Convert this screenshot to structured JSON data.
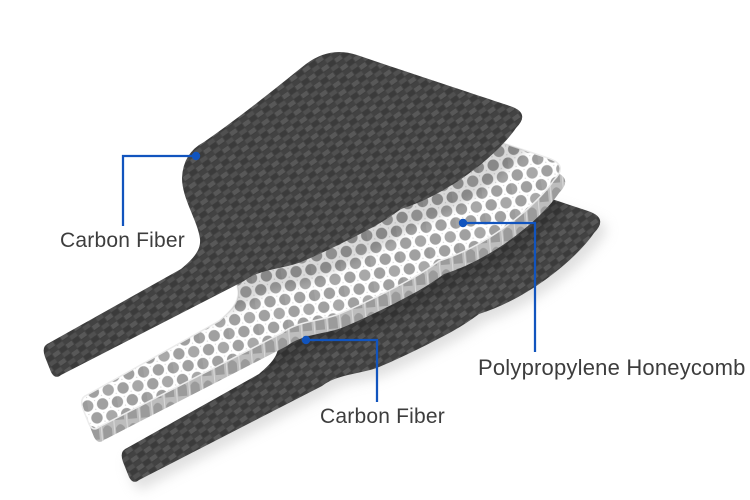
{
  "diagram": {
    "title_visible": "",
    "labels": {
      "top_layer": "Carbon Fiber",
      "middle_layer": "Polypropylene Honeycomb",
      "bottom_layer": "Carbon Fiber"
    },
    "layers": [
      {
        "position": "top",
        "material_label": "Carbon Fiber",
        "texture": "carbon-fiber-twill"
      },
      {
        "position": "middle",
        "material_label": "Polypropylene Honeycomb",
        "texture": "honeycomb-cells"
      },
      {
        "position": "bottom",
        "material_label": "Carbon Fiber",
        "texture": "carbon-fiber-twill"
      }
    ],
    "colors": {
      "leader_line": "#1154be",
      "label_text": "#3d3d3d",
      "carbon_dark": "#464646",
      "carbon_highlight": "#585858",
      "carbon_mid": "#505050",
      "carbon_deep": "#3b3b3b",
      "honeycomb_base": "#c7c7c7",
      "honeycomb_cell": "#a0a0a0",
      "honeycomb_wall": "#ffffff",
      "honeycomb_side": "#bdbdbd",
      "honeycomb_side_cell": "#9b9b9b",
      "background": "#ffffff"
    }
  }
}
